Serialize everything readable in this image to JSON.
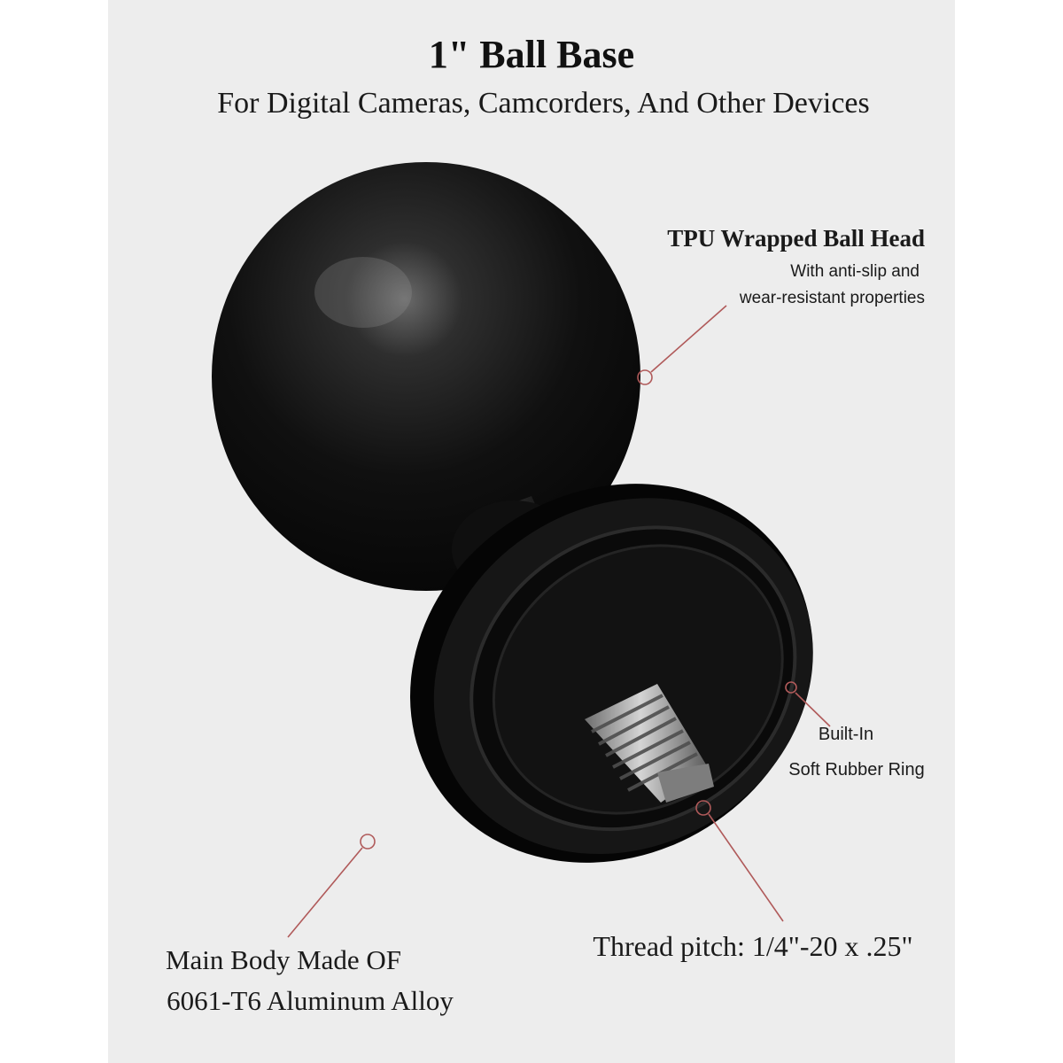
{
  "heading": {
    "title": "1\" Ball  Base",
    "subtitle": "For Digital Cameras, Camcorders, And Other Devices"
  },
  "callouts": {
    "ball_head": {
      "title": "TPU Wrapped Ball Head",
      "line1": "With anti-slip and",
      "line2": "wear-resistant properties"
    },
    "rubber_ring": {
      "line1": "Built-In",
      "line2": "Soft Rubber Ring"
    },
    "thread": {
      "text": "Thread pitch: 1/4\"-20 x .25\""
    },
    "main_body": {
      "line1": "Main Body Made OF",
      "line2": "6061-T6 Aluminum Alloy"
    }
  },
  "colors": {
    "background": "#ededed",
    "product": "#0d0d0d",
    "callout_line": "#b05a5a",
    "screw": "#9a9a9a"
  }
}
